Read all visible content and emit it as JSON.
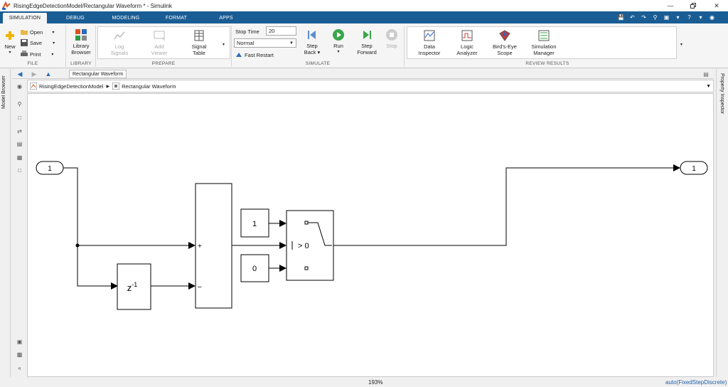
{
  "window": {
    "title": "RisingEdgeDetectionModel/Rectangular Waveform * - Simulink"
  },
  "tabs": [
    {
      "label": "SIMULATION",
      "active": true
    },
    {
      "label": "DEBUG"
    },
    {
      "label": "MODELING"
    },
    {
      "label": "FORMAT"
    },
    {
      "label": "APPS"
    }
  ],
  "file": {
    "section_label": "FILE",
    "new_label": "New",
    "open_label": "Open",
    "save_label": "Save",
    "print_label": "Print"
  },
  "library": {
    "section_label": "LIBRARY",
    "browser_label_1": "Library",
    "browser_label_2": "Browser"
  },
  "prepare": {
    "section_label": "PREPARE",
    "log_signals_1": "Log",
    "log_signals_2": "Signals",
    "add_viewer_1": "Add",
    "add_viewer_2": "Viewer",
    "signal_table_1": "Signal",
    "signal_table_2": "Table"
  },
  "simulate": {
    "section_label": "SIMULATE",
    "stop_time_label": "Stop Time",
    "stop_time_value": "20",
    "mode_value": "Normal",
    "fast_restart_label": "Fast Restart",
    "step_back_1": "Step",
    "step_back_2": "Back",
    "run_label": "Run",
    "step_forward_1": "Step",
    "step_forward_2": "Forward",
    "stop_label": "Stop"
  },
  "review": {
    "section_label": "REVIEW RESULTS",
    "items": [
      {
        "l1": "Data",
        "l2": "Inspector"
      },
      {
        "l1": "Logic",
        "l2": "Analyzer"
      },
      {
        "l1": "Bird's-Eye",
        "l2": "Scope"
      },
      {
        "l1": "Simulation",
        "l2": "Manager"
      }
    ]
  },
  "panels": {
    "model_browser": "Model Browser",
    "property_inspector": "Property Inspector"
  },
  "nav": {
    "current_tab": "Rectangular Waveform"
  },
  "address": {
    "root": "RisingEdgeDetectionModel",
    "current": "Rectangular Waveform"
  },
  "diagram": {
    "inport_label": "1",
    "outport_label": "1",
    "delay_label": "z",
    "delay_exponent": "-1",
    "sum_plus": "+",
    "sum_minus": "–",
    "const1_value": "1",
    "const0_value": "0",
    "switch_criteria": "> 0"
  },
  "status": {
    "zoom": "193%",
    "solver": "auto(FixedStepDiscrete)"
  },
  "colors": {
    "tabbar": "#1a5d94",
    "link": "#1f5fa8"
  }
}
